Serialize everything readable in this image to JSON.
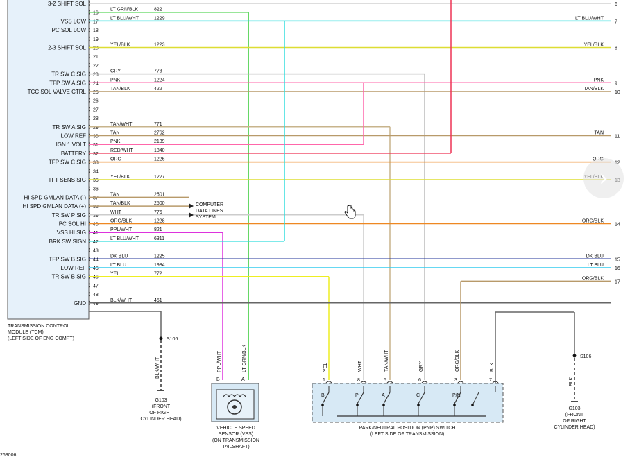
{
  "tcm_pins": [
    {
      "num": "",
      "label": "3-2 SHIFT SOL"
    },
    {
      "num": "16",
      "label": ""
    },
    {
      "num": "17",
      "label": "VSS LOW"
    },
    {
      "num": "18",
      "label": "PC SOL LOW"
    },
    {
      "num": "19",
      "label": ""
    },
    {
      "num": "20",
      "label": "2-3 SHIFT SOL"
    },
    {
      "num": "21",
      "label": ""
    },
    {
      "num": "22",
      "label": ""
    },
    {
      "num": "23",
      "label": "TR SW C SIG"
    },
    {
      "num": "24",
      "label": "TFP SW A SIG"
    },
    {
      "num": "25",
      "label": "TCC SOL VALVE CTRL"
    },
    {
      "num": "26",
      "label": ""
    },
    {
      "num": "27",
      "label": ""
    },
    {
      "num": "28",
      "label": ""
    },
    {
      "num": "29",
      "label": "TR SW A SIG"
    },
    {
      "num": "30",
      "label": "LOW REF"
    },
    {
      "num": "31",
      "label": "IGN 1 VOLT"
    },
    {
      "num": "32",
      "label": "BATTERY"
    },
    {
      "num": "33",
      "label": "TFP SW C SIG"
    },
    {
      "num": "34",
      "label": ""
    },
    {
      "num": "35",
      "label": "TFT SENS SIG"
    },
    {
      "num": "36",
      "label": ""
    },
    {
      "num": "37",
      "label": "HI SPD GMLAN DATA (-)"
    },
    {
      "num": "38",
      "label": "HI SPD GMLAN DATA (+)"
    },
    {
      "num": "39",
      "label": "TR SW P SIG"
    },
    {
      "num": "40",
      "label": "PC SOL HI"
    },
    {
      "num": "41",
      "label": "VSS HI SIG"
    },
    {
      "num": "42",
      "label": "BRK SW SIGN"
    },
    {
      "num": "43",
      "label": ""
    },
    {
      "num": "44",
      "label": "TFP SW B SIG"
    },
    {
      "num": "45",
      "label": "LOW REF"
    },
    {
      "num": "46",
      "label": "TR SW B SIG"
    },
    {
      "num": "47",
      "label": ""
    },
    {
      "num": "48",
      "label": ""
    },
    {
      "num": "49",
      "label": "GND"
    }
  ],
  "wires": [
    {
      "pin": "16",
      "color_name": "LT GRN/BLK",
      "circuit": "822",
      "hex": "#33cc33"
    },
    {
      "pin": "17",
      "color_name": "LT BLU/WHT",
      "circuit": "1229",
      "hex": "#33dddd",
      "right_label": "LT BLU/WHT",
      "right_num": "7"
    },
    {
      "pin": "20",
      "color_name": "YEL/BLK",
      "circuit": "1223",
      "hex": "#dddd33",
      "right_label": "YEL/BLK",
      "right_num": "8"
    },
    {
      "pin": "23",
      "color_name": "GRY",
      "circuit": "773",
      "hex": "#bbbbbb"
    },
    {
      "pin": "24",
      "color_name": "PNK",
      "circuit": "1224",
      "hex": "#ff66aa",
      "right_label": "PNK",
      "right_num": "9"
    },
    {
      "pin": "25",
      "color_name": "TAN/BLK",
      "circuit": "422",
      "hex": "#b89a6a",
      "right_label": "TAN/BLK",
      "right_num": "10"
    },
    {
      "pin": "29",
      "color_name": "TAN/WHT",
      "circuit": "771",
      "hex": "#c8b48c"
    },
    {
      "pin": "30",
      "color_name": "TAN",
      "circuit": "2762",
      "hex": "#b89a6a",
      "right_label": "TAN",
      "right_num": "11"
    },
    {
      "pin": "31",
      "color_name": "PNK",
      "circuit": "2139",
      "hex": "#ff66aa"
    },
    {
      "pin": "32",
      "color_name": "RED/WHT",
      "circuit": "1840",
      "hex": "#ee3355"
    },
    {
      "pin": "33",
      "color_name": "ORG",
      "circuit": "1226",
      "hex": "#ee8822",
      "right_label": "ORG",
      "right_num": "12"
    },
    {
      "pin": "35",
      "color_name": "YEL/BLK",
      "circuit": "1227",
      "hex": "#dddd33",
      "right_label": "YEL/BLK",
      "right_num": "13"
    },
    {
      "pin": "37",
      "color_name": "TAN",
      "circuit": "2501",
      "hex": "#b89a6a"
    },
    {
      "pin": "38",
      "color_name": "TAN/BLK",
      "circuit": "2500",
      "hex": "#b89a6a"
    },
    {
      "pin": "39",
      "color_name": "WHT",
      "circuit": "776",
      "hex": "#cccccc"
    },
    {
      "pin": "40",
      "color_name": "ORG/BLK",
      "circuit": "1228",
      "hex": "#ee8822",
      "right_label": "ORG/BLK",
      "right_num": "14"
    },
    {
      "pin": "41",
      "color_name": "PPL/WHT",
      "circuit": "821",
      "hex": "#dd33dd"
    },
    {
      "pin": "42",
      "color_name": "LT BLU/WHT",
      "circuit": "6311",
      "hex": "#33dddd"
    },
    {
      "pin": "44",
      "color_name": "DK BLU",
      "circuit": "1225",
      "hex": "#223399",
      "right_label": "DK BLU",
      "right_num": "15"
    },
    {
      "pin": "45",
      "color_name": "LT BLU",
      "circuit": "1984",
      "hex": "#33ccee",
      "right_label": "LT BLU",
      "right_num": "16"
    },
    {
      "pin": "46",
      "color_name": "YEL",
      "circuit": "772",
      "hex": "#eeee22"
    },
    {
      "pin": "49",
      "color_name": "BLK/WHT",
      "circuit": "451",
      "hex": "#666666"
    }
  ],
  "right_extra": {
    "orange_ref": "ORG/BLK",
    "orange_ref_num": "17",
    "top_num": "6"
  },
  "computer_data_lines": [
    "COMPUTER",
    "DATA LINES",
    "SYSTEM"
  ],
  "tcm_caption": [
    "TRANSMISSION CONTROL",
    "MODULE (TCM)",
    "(LEFT SIDE OF ENG COMPT)"
  ],
  "ground_left": {
    "splice": "S106",
    "wire": "BLK/WHT",
    "ground": "G103",
    "lines": [
      "(FRONT",
      "OF RIGHT",
      "CYLINDER HEAD)"
    ]
  },
  "ground_right": {
    "splice": "S106",
    "wire": "BLK",
    "ground": "G103",
    "lines": [
      "(FRONT",
      "OF RIGHT",
      "CYLINDER HEAD)"
    ]
  },
  "vss": {
    "pins": [
      "B",
      "A"
    ],
    "wires": [
      "PPL/WHT",
      "LT GRN/BLK"
    ],
    "caption": [
      "VEHICLE SPEED",
      "SENSOR (VSS)",
      "(ON TRANSMISSION",
      "TAILSHAFT)"
    ]
  },
  "pnp": {
    "pins": [
      "1",
      "8",
      "5",
      "6",
      "3",
      "7"
    ],
    "wires": [
      "YEL",
      "WHT",
      "TAN/WHT",
      "GRY",
      "ORG/BLK",
      "BLK"
    ],
    "switch_letters": [
      "B",
      "P",
      "A",
      "C",
      "P/N"
    ],
    "caption": [
      "PARK/NEUTRAL POSITION (PNP) SWITCH",
      "(LEFT SIDE OF TRANSMISSION)"
    ]
  },
  "figure_id": "263006",
  "nav": {
    "next_glyph": "›"
  }
}
